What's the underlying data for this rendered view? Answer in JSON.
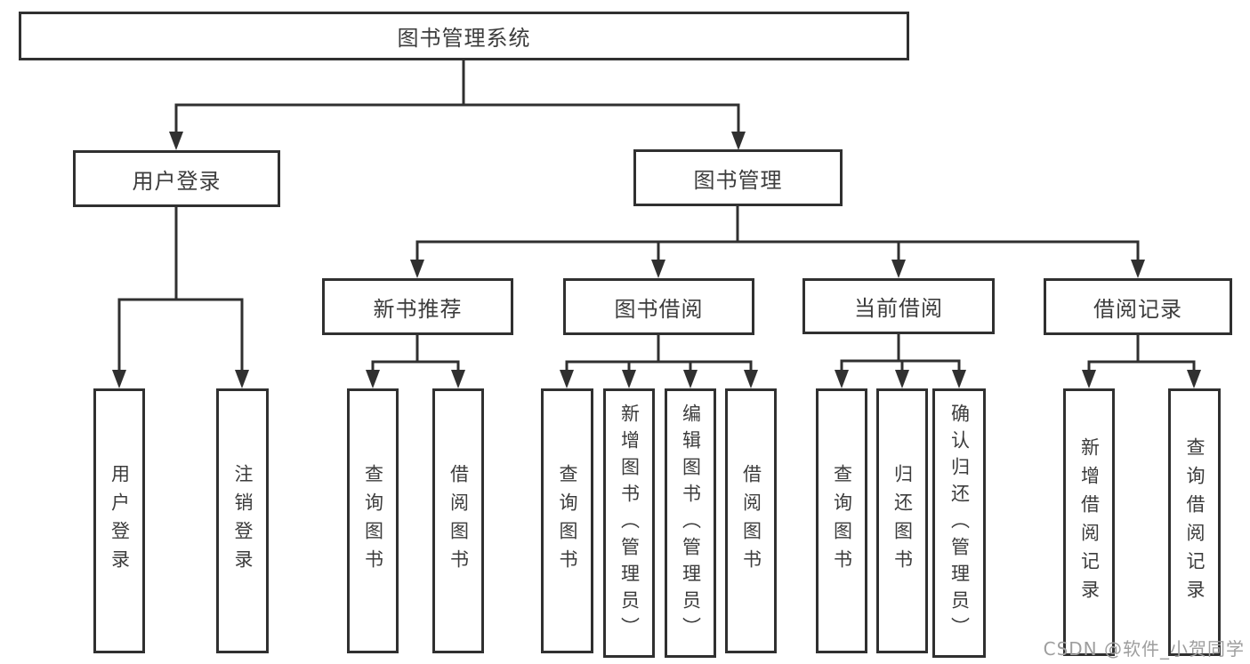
{
  "colors": {
    "line": "#303030",
    "text": "#3c3c3c",
    "background": "#ffffff",
    "watermark": "#9e9e9e"
  },
  "tree": {
    "label": "图书管理系统",
    "children": [
      {
        "label": "用户登录",
        "children": [
          {
            "label": "用户登录"
          },
          {
            "label": "注销登录"
          }
        ]
      },
      {
        "label": "图书管理",
        "children": [
          {
            "label": "新书推荐",
            "children": [
              {
                "label": "查询图书"
              },
              {
                "label": "借阅图书"
              }
            ]
          },
          {
            "label": "图书借阅",
            "children": [
              {
                "label": "查询图书"
              },
              {
                "label": "新增图书（管理员）"
              },
              {
                "label": "编辑图书（管理员）"
              },
              {
                "label": "借阅图书"
              }
            ]
          },
          {
            "label": "当前借阅",
            "children": [
              {
                "label": "查询图书"
              },
              {
                "label": "归还图书"
              },
              {
                "label": "确认归还（管理员）"
              }
            ]
          },
          {
            "label": "借阅记录",
            "children": [
              {
                "label": "新增借阅记录"
              },
              {
                "label": "查询借阅记录"
              }
            ]
          }
        ]
      }
    ]
  },
  "watermark": {
    "text": "CSDN @软件_小贺同学"
  }
}
